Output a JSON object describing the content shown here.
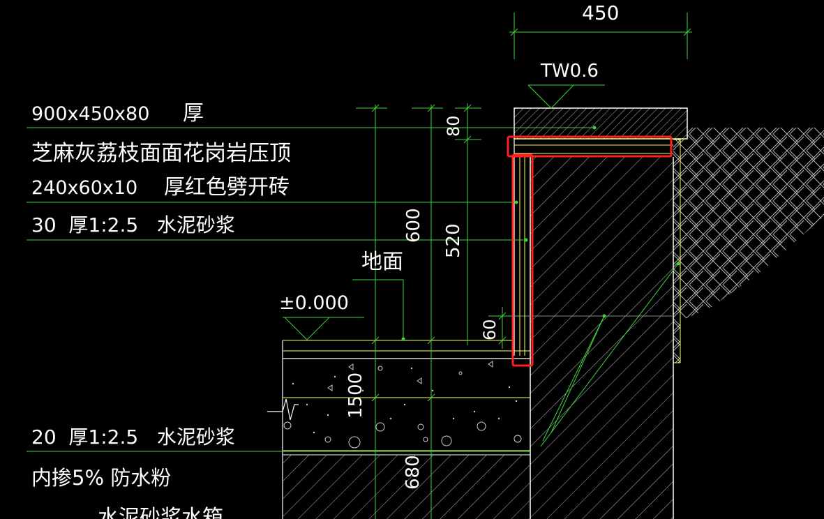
{
  "colors": {
    "background": "#000000",
    "leader": "#3fd23f",
    "outline": "#ffffff",
    "layer": "#ffff66",
    "highlight": "#ff2020",
    "hatch": "#b8b8b8"
  },
  "labels": {
    "coping_size": "900x450x80",
    "coping_thick": "厚",
    "coping_material": "芝麻灰荔枝面面花岗岩压顶",
    "brick_size": "240x60x10",
    "brick_material": "厚红色劈开砖",
    "mortar_top": "30  厚1:2.5   水泥砂浆",
    "ground": "地面",
    "elevation": "±0.000",
    "top_of_wall": "TW0.6",
    "mortar_bottom": "20  厚1:2.5   水泥砂浆",
    "waterproof": "内掺5% 防水粉",
    "cutoff_text": "水泥砂浆水箱"
  },
  "dimensions": {
    "d450": "450",
    "d80": "80",
    "d600": "600",
    "d520": "520",
    "d60": "60",
    "d1500": "1500",
    "d680": "680"
  }
}
